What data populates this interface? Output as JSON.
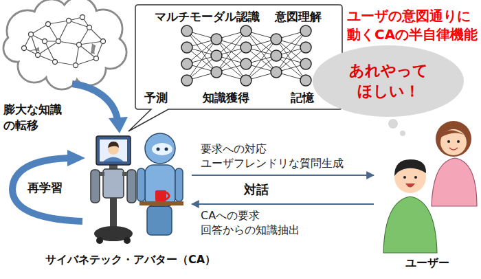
{
  "diagram": {
    "title": "ユーザの意図通りに 動くCAの半自律機能",
    "nodes": [
      {
        "text": [
          "マルチモーダル認識",
          "意図理解",
          "予測",
          "知識獲得",
          "記憶"
        ]
      },
      {
        "text": [
          "あれやって ほしい！"
        ]
      },
      {
        "text": [
          "サイバネテック・アバター（CA）"
        ]
      },
      {
        "text": [
          "ユーザー"
        ]
      }
    ],
    "edges": [
      {
        "from": 2,
        "to": 3,
        "arrow": "to",
        "label": "要求への対応 ユーザフレンドリな質問生成"
      },
      {
        "from": 3,
        "to": 2,
        "arrow": "to",
        "label": "CAへの要求 回答からの知識抽出"
      }
    ],
    "labels": [
      "膨大な知識 の転移",
      "再学習",
      "対話"
    ]
  }
}
